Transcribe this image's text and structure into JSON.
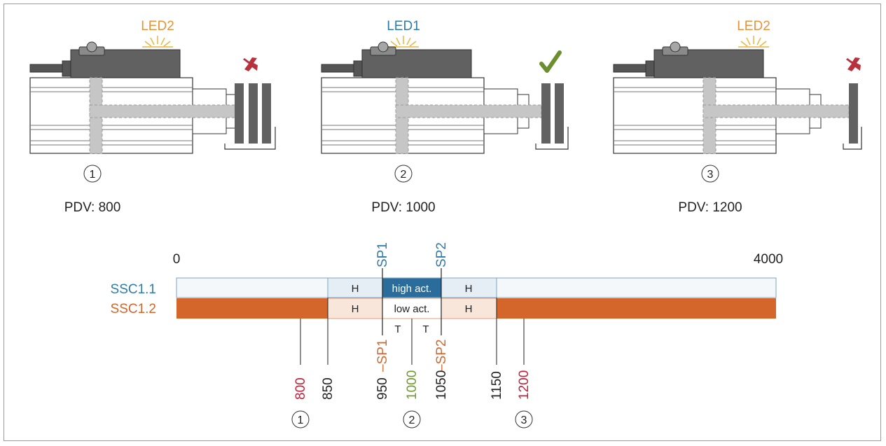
{
  "colors": {
    "blue": "#2e7bab",
    "orange": "#e8923a",
    "red": "#c0223a",
    "green": "#6f9a2e",
    "ssc2_fill": "#d4652b",
    "ssc2_hyst": "#f9e6da",
    "ssc1_fill": "#2a6d9d",
    "ssc1_hyst": "#e5eef5",
    "ssc1_light": "#f4f8fb",
    "check_green": "#6b8f2e",
    "cross_red": "#b8323e"
  },
  "panels": [
    {
      "led_label": "LED2",
      "led_color": "orange",
      "circle": "1",
      "pdv": "PDV: 800",
      "status_icon": "cross-icon",
      "plates": 3
    },
    {
      "led_label": "LED1",
      "led_color": "blue",
      "circle": "2",
      "pdv": "PDV: 1000",
      "status_icon": "check-icon",
      "plates": 2
    },
    {
      "led_label": "LED2",
      "led_color": "orange",
      "circle": "3",
      "pdv": "PDV: 1200",
      "status_icon": "cross-icon",
      "plates": 1
    }
  ],
  "scale": {
    "min_label": "0",
    "max_label": "4000",
    "ssc1_label": "SSC1.1",
    "ssc2_label": "SSC1.2",
    "H": "H",
    "high_act": "high act.",
    "low_act": "low act.",
    "T": "T",
    "sp1": "SP1",
    "sp2": "SP2",
    "sp1_bottom": "–SP1",
    "sp2_bottom": "–SP2"
  },
  "ticks": [
    {
      "text": "800",
      "color": "red"
    },
    {
      "text": "850",
      "color": "black"
    },
    {
      "text": "950",
      "color": "black"
    },
    {
      "text": "1000",
      "color": "green"
    },
    {
      "text": "1050",
      "color": "black"
    },
    {
      "text": "1150",
      "color": "black"
    },
    {
      "text": "1200",
      "color": "red"
    }
  ],
  "bottom_circles": [
    "1",
    "2",
    "3"
  ]
}
